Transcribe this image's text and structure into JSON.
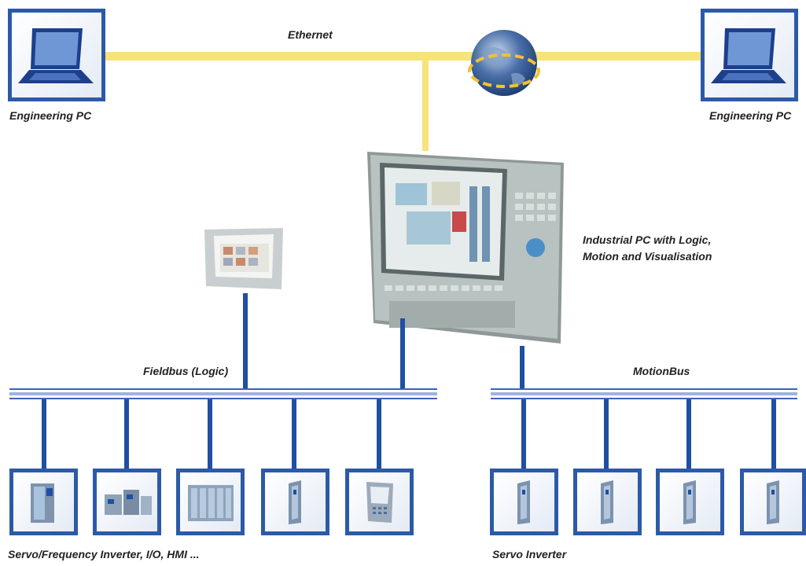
{
  "network": {
    "ethernet_label": "Ethernet",
    "fieldbus_label": "Fieldbus (Logic)",
    "motionbus_label": "MotionBus"
  },
  "nodes": {
    "engineering_pc_left": "Engineering PC",
    "engineering_pc_right": "Engineering PC",
    "industrial_pc_line1": "Industrial PC with Logic,",
    "industrial_pc_line2": "Motion and Visualisation"
  },
  "devices": {
    "fieldbus_caption": "Servo/Frequency Inverter, I/O, HMI ...",
    "motionbus_caption": "Servo Inverter"
  },
  "colors": {
    "ethernet": "#f7e37a",
    "bus_blue": "#2c5aa8"
  }
}
